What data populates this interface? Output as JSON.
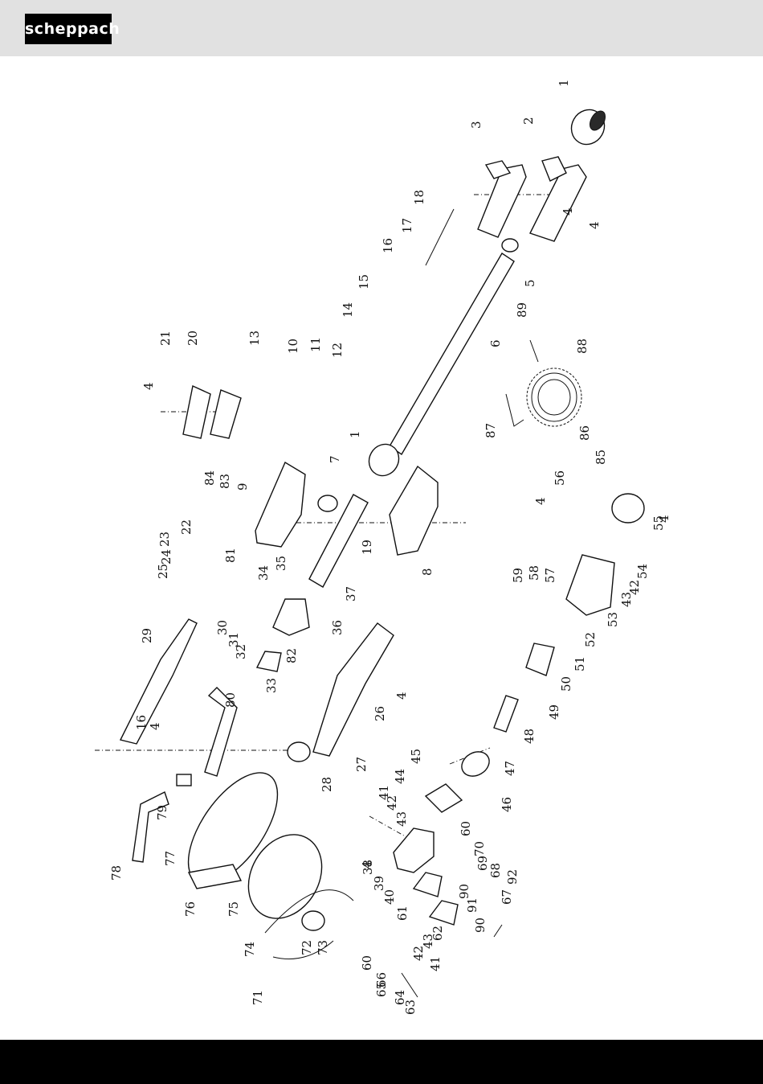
{
  "header": {
    "logo_text": "scheppach"
  },
  "diagram": {
    "labels": [
      "1",
      "2",
      "3",
      "4",
      "4",
      "5",
      "6",
      "1",
      "7",
      "8",
      "9",
      "10",
      "11",
      "12",
      "13",
      "14",
      "15",
      "16",
      "17",
      "18",
      "19",
      "20",
      "21",
      "4",
      "22",
      "23",
      "24",
      "25",
      "26",
      "27",
      "28",
      "29",
      "30",
      "31",
      "32",
      "33",
      "34",
      "35",
      "36",
      "37",
      "4",
      "16",
      "4",
      "80",
      "79",
      "78",
      "77",
      "76",
      "75",
      "74",
      "71",
      "72",
      "73",
      "81",
      "82",
      "83",
      "84",
      "85",
      "86",
      "87",
      "88",
      "89",
      "56",
      "4",
      "55",
      "4",
      "54",
      "42",
      "43",
      "53",
      "52",
      "51",
      "50",
      "49",
      "48",
      "47",
      "46",
      "45",
      "44",
      "43",
      "42",
      "41",
      "4",
      "38",
      "39",
      "40",
      "61",
      "62",
      "43",
      "42",
      "41",
      "90",
      "91",
      "90",
      "92",
      "68",
      "67",
      "69",
      "70",
      "60",
      "60",
      "66",
      "65",
      "64",
      "63",
      "57",
      "58",
      "59"
    ]
  }
}
